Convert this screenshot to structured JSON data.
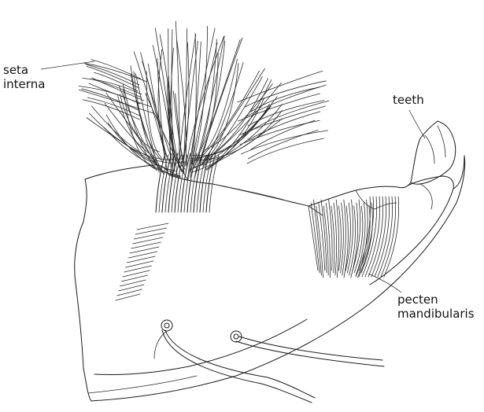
{
  "labels": {
    "seta_interna": [
      "seta",
      "interna"
    ],
    "teeth": "teeth",
    "pecten_mandibularis": [
      "pecten",
      "mandibularis"
    ]
  },
  "colors": {
    "ink": "#1a1a1a",
    "background": "#ffffff"
  }
}
